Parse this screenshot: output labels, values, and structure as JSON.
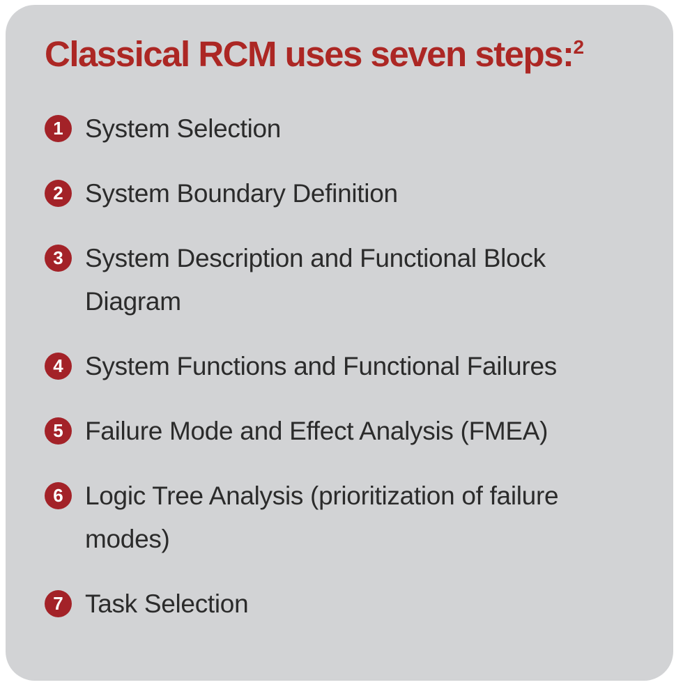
{
  "card": {
    "heading": {
      "text": "Classical RCM uses seven steps:",
      "footnote_ref": "2"
    },
    "steps": [
      {
        "number": "1",
        "label": "System Selection"
      },
      {
        "number": "2",
        "label": "System Boundary Definition"
      },
      {
        "number": "3",
        "label": "System Description and Functional Block Diagram"
      },
      {
        "number": "4",
        "label": "System Functions and Functional Failures"
      },
      {
        "number": "5",
        "label": "Failure Mode and Effect Analysis (FMEA)"
      },
      {
        "number": "6",
        "label": "Logic Tree Analysis (prioritization of failure modes)"
      },
      {
        "number": "7",
        "label": "Task Selection"
      }
    ],
    "colors": {
      "heading_red": "#ac2724",
      "badge_red": "#a32228",
      "card_background": "#d2d3d5",
      "body_text": "#2b2b2b",
      "badge_text": "#ffffff",
      "page_background": "#ffffff"
    }
  }
}
